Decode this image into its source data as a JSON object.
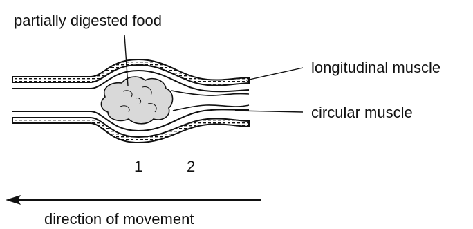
{
  "labels": {
    "food": "partially digested food",
    "longitudinal": "longitudinal muscle",
    "circular": "circular muscle",
    "position_1": "1",
    "position_2": "2",
    "direction": "direction of movement"
  },
  "colors": {
    "ink": "#111111",
    "food_fill": "#d9d9d9",
    "background": "#ffffff"
  }
}
